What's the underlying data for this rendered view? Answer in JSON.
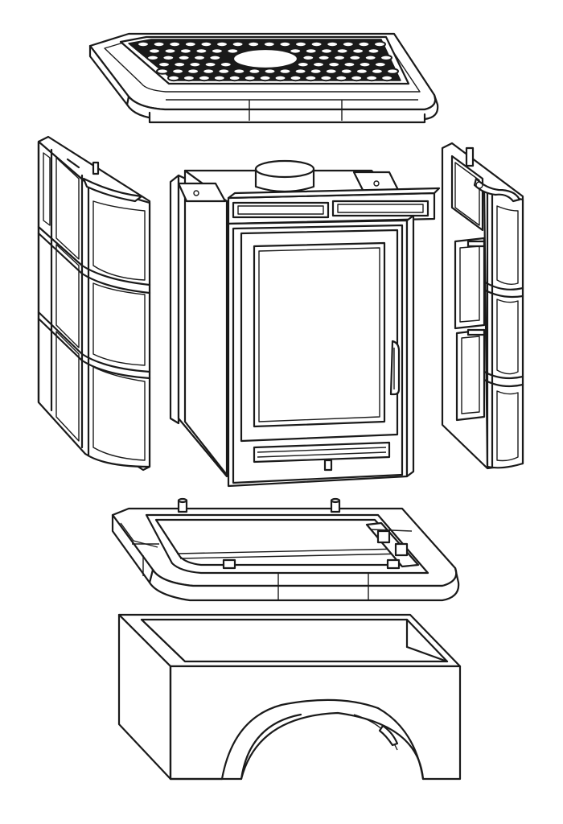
{
  "colors": {
    "line": "#1a1a1a",
    "background": "#ffffff"
  },
  "parts": [
    {
      "id": "top-cover",
      "name": "top-cover-with-grille"
    },
    {
      "id": "left-side-panel",
      "name": "left-side-tile-panel"
    },
    {
      "id": "stove-body",
      "name": "stove-insert-with-glass-door"
    },
    {
      "id": "right-side-panel",
      "name": "right-side-tile-panel"
    },
    {
      "id": "lower-frame",
      "name": "lower-frame"
    },
    {
      "id": "base",
      "name": "arched-base-plinth"
    }
  ]
}
